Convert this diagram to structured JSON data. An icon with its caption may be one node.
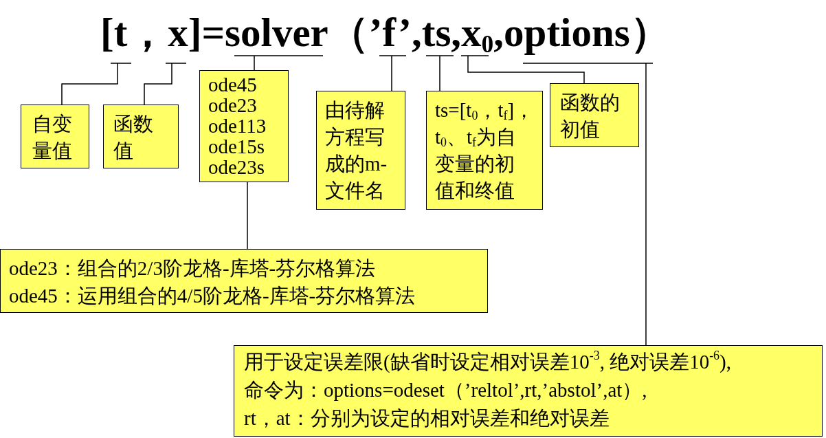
{
  "diagram": {
    "title": "[t，x]=solver（’f’,ts,x$_{0}$,options）",
    "nodes": [
      {
        "text": [
          "自变量值"
        ]
      },
      {
        "text": [
          "函数值"
        ]
      },
      {
        "text": [
          "ode45",
          "ode23",
          "ode113",
          "ode15s",
          "ode23s"
        ]
      },
      {
        "text": [
          "由待解方程写成的m-文件名"
        ]
      },
      {
        "text": [
          "ts=[t$_{0}$，t$_{f}$]，",
          "t$_{0}$、t$_{f}$为自变量的初值和终值"
        ]
      },
      {
        "text": [
          "函数的初值"
        ]
      },
      {
        "text": [
          "ode23：组合的2/3阶龙格-库塔-芬尔格算法",
          "ode45：运用组合的4/5阶龙格-库塔-芬尔格算法"
        ]
      },
      {
        "text": [
          "用于设定误差限(缺省时设定相对误差10$^{-3}$, 绝对误差10$^{-6}$),",
          "命令为：options=odeset（’reltol’,rt,’abstol’,at）,",
          "rt，at：分别为设定的相对误差和绝对误差"
        ]
      }
    ],
    "edges": [
      {
        "from": 0,
        "to": null,
        "arrow": "none"
      },
      {
        "from": 1,
        "to": null,
        "arrow": "none"
      },
      {
        "from": 2,
        "to": null,
        "arrow": "none"
      },
      {
        "from": 3,
        "to": null,
        "arrow": "none"
      },
      {
        "from": 4,
        "to": null,
        "arrow": "none"
      },
      {
        "from": 5,
        "to": null,
        "arrow": "none"
      },
      {
        "from": 2,
        "to": 6,
        "arrow": "none"
      },
      {
        "from": 7,
        "to": null,
        "arrow": "none"
      }
    ]
  }
}
